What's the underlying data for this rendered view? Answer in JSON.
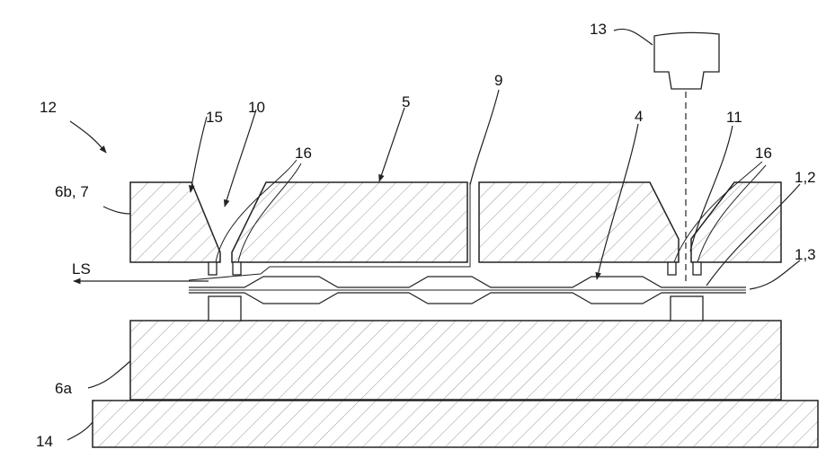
{
  "labels": {
    "ref_12": "12",
    "ref_15": "15",
    "ref_10": "10",
    "ref_5": "5",
    "ref_9": "9",
    "ref_13": "13",
    "ref_4": "4",
    "ref_11": "11",
    "ref_16_left": "16",
    "ref_16_right": "16",
    "ref_1_2": "1,2",
    "ref_1_3": "1,3",
    "ref_6b_7": "6b, 7",
    "ref_ls": "LS",
    "ref_6a": "6a",
    "ref_14": "14"
  },
  "colors": {
    "line": "#222222",
    "hatch": "#9a9a9a",
    "background": "#ffffff"
  }
}
